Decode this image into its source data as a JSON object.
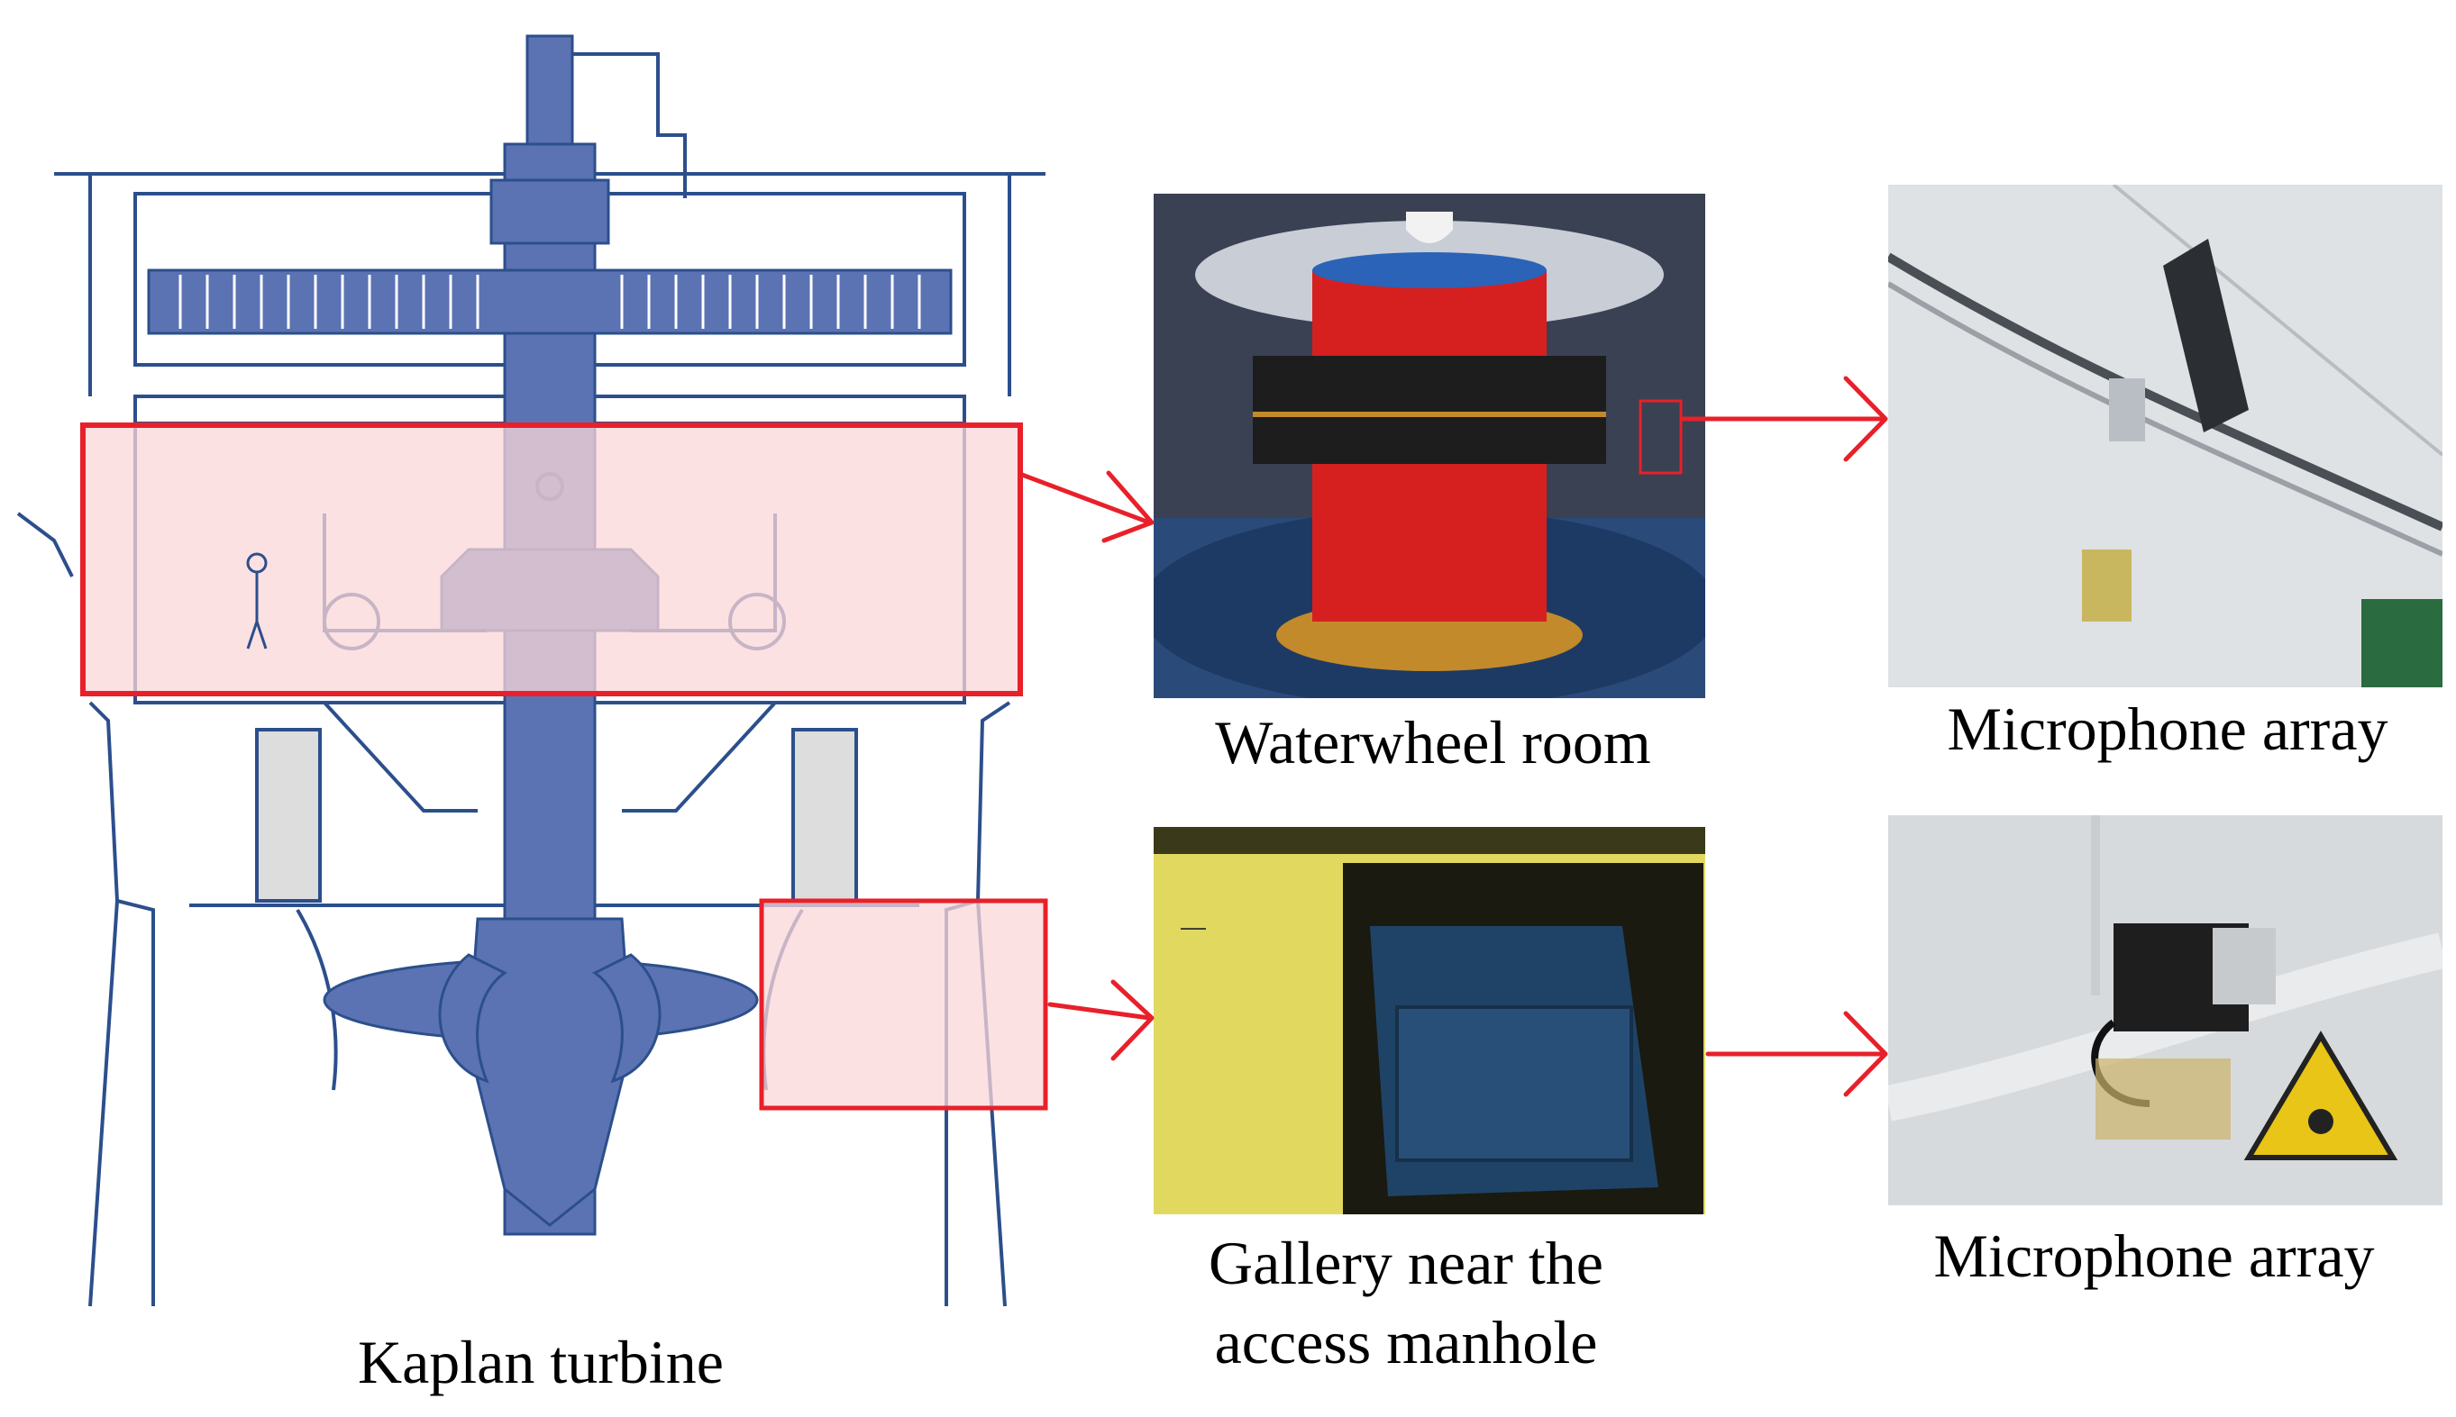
{
  "captions": {
    "turbine": "Kaplan turbine",
    "waterwheel": "Waterwheel room",
    "mic_top": "Microphone array",
    "gallery_line1": "Gallery near the",
    "gallery_line2": "access manhole",
    "mic_bottom": "Microphone array"
  },
  "colors": {
    "highlight_border": "#e8202a",
    "highlight_fill": "#fbd7da",
    "arrow": "#e8202a",
    "turbine_line": "#2c4f8c",
    "turbine_fill": "#5b73b3",
    "rotor_red": "#d62020",
    "wall_yellow": "#d9d35a",
    "hatch_blue": "#1d3a5c",
    "wall_grey": "#d9dcde"
  },
  "icons": {
    "arrow": "arrow-right-icon",
    "warning": "radiation-warning-icon"
  }
}
